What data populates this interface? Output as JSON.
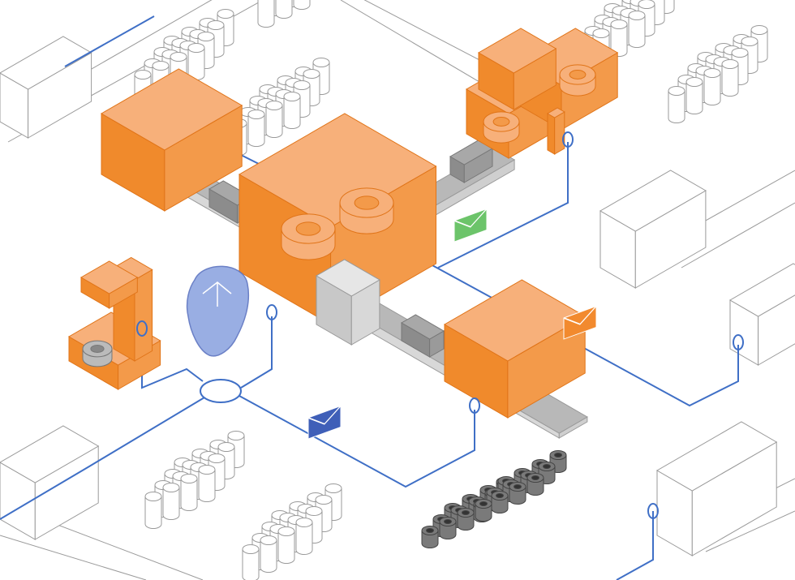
{
  "colors": {
    "background": "#ffffff",
    "orange_top": "#f7b07a",
    "orange_left": "#f08a2c",
    "orange_right": "#f39a4a",
    "orange_stroke": "#e07418",
    "outline_gray": "#9a9a9a",
    "conveyor_gray": "#b8b8b8",
    "conveyor_dark": "#8a8a8a",
    "network_blue": "#3f6fc6",
    "head_blue": "#8fa6e0",
    "envelope_green": "#6cc46a",
    "envelope_orange": "#f28a2e",
    "envelope_blue": "#3f5fb8",
    "dark_cylinder": "#666666"
  },
  "icons": [
    "factory-machine",
    "conveyor-belt",
    "ai-head",
    "envelope-message",
    "network-hub",
    "paper-roll"
  ]
}
